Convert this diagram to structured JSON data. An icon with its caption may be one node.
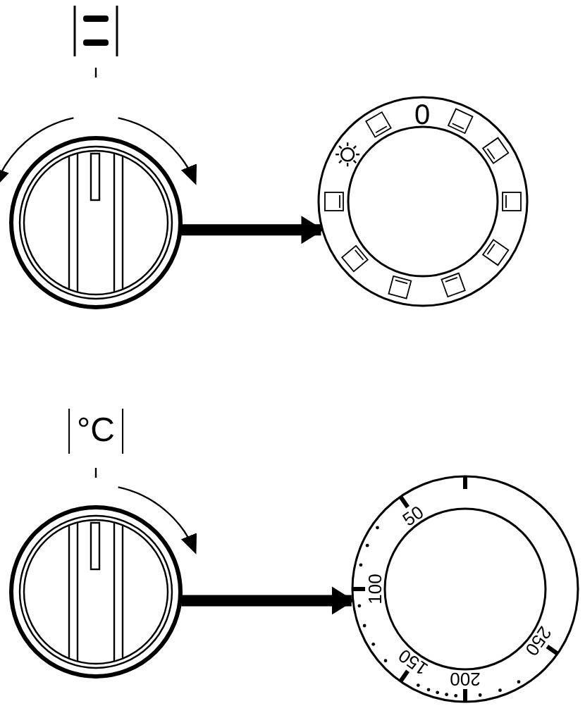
{
  "diagram": {
    "nodes": [
      {
        "text": [],
        "shape": "picture"
      },
      {
        "text": [
          "0"
        ]
      },
      {
        "text": [],
        "shape": "picture"
      },
      {
        "text": [
          "50",
          "100",
          "150",
          "200",
          "250"
        ]
      }
    ],
    "edges": [
      {
        "from": 0,
        "to": 1,
        "arrow": "to"
      },
      {
        "from": 2,
        "to": 3,
        "arrow": "to"
      }
    ],
    "labels": [
      "°C"
    ]
  }
}
